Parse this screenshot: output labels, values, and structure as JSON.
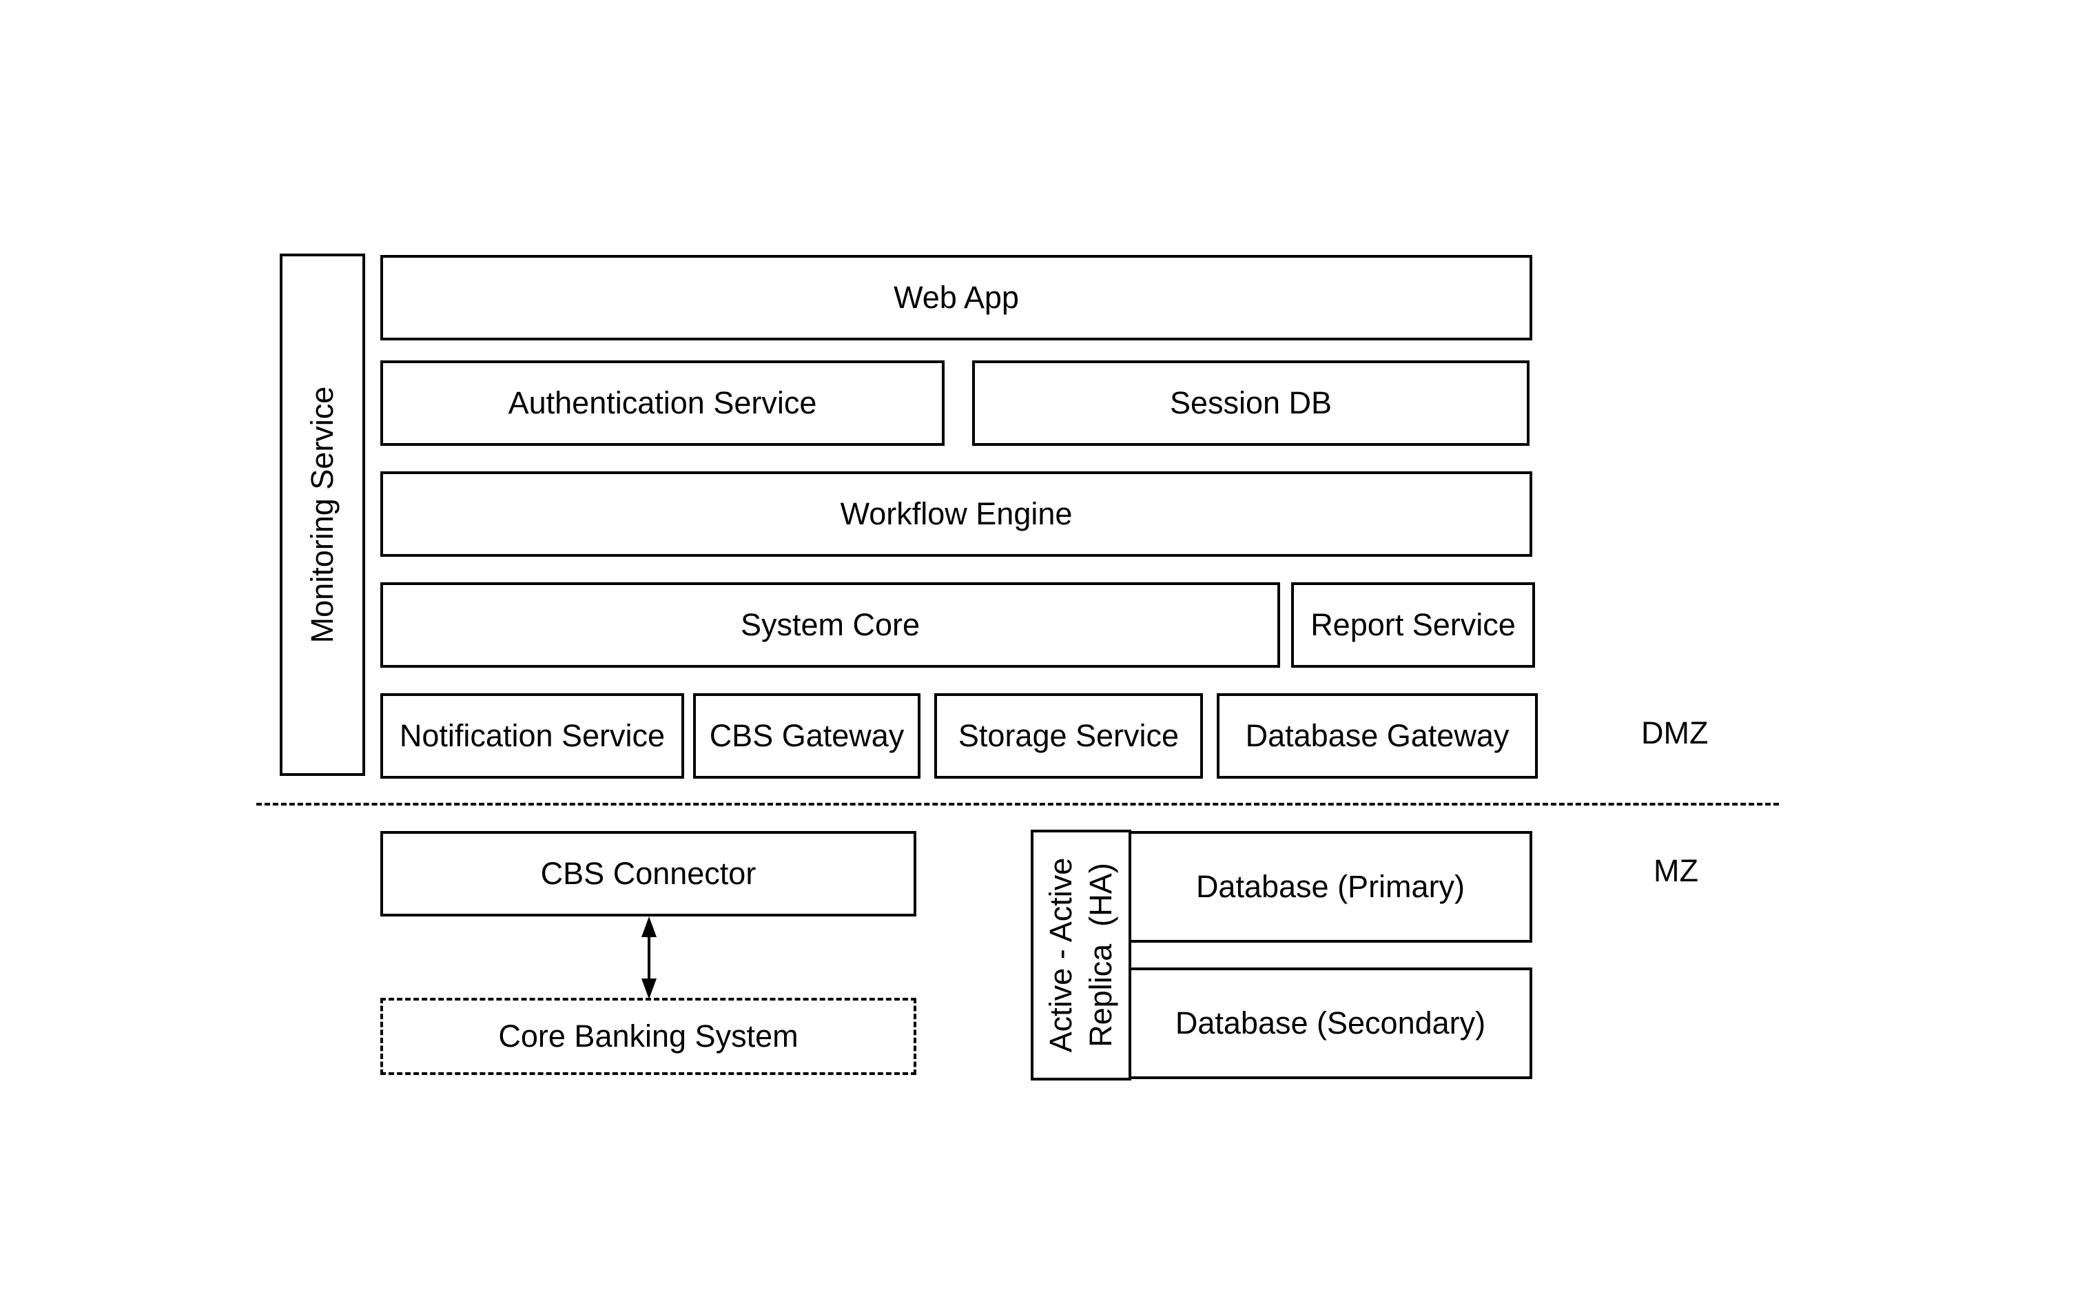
{
  "diagram": {
    "monitoring": {
      "label": "Monitoring Service"
    },
    "dmz_layers": {
      "web_app": "Web App",
      "authentication_service": "Authentication Service",
      "session_db": "Session DB",
      "workflow_engine": "Workflow Engine",
      "system_core": "System Core",
      "report_service": "Report Service",
      "notification_service": "Notification Service",
      "cbs_gateway": "CBS Gateway",
      "storage_service": "Storage Service",
      "database_gateway": "Database Gateway"
    },
    "mz_layers": {
      "cbs_connector": "CBS Connector",
      "core_banking_system": "Core Banking System",
      "replica_line1": "Active - Active",
      "replica_line2": "Replica  (HA)",
      "database_primary": "Database (Primary)",
      "database_secondary": "Database (Secondary)"
    },
    "zones": {
      "dmz": "DMZ",
      "mz": "MZ"
    }
  }
}
